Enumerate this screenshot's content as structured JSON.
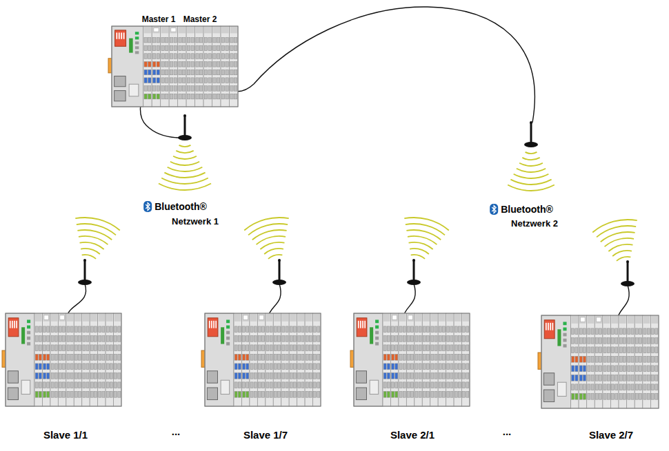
{
  "diagram": {
    "nodes": [
      {
        "text": [
          "Master 1",
          "Master 2"
        ]
      },
      {
        "text": [
          "Slave 1/1"
        ]
      },
      {
        "text": [
          "Slave 1/7"
        ]
      },
      {
        "text": [
          "Slave 2/1"
        ]
      },
      {
        "text": [
          "Slave 2/7"
        ]
      }
    ],
    "labels": [
      "Bluetooth®",
      "Netzwerk 1",
      "Bluetooth®",
      "Netzwerk 2",
      "...",
      "..."
    ]
  }
}
